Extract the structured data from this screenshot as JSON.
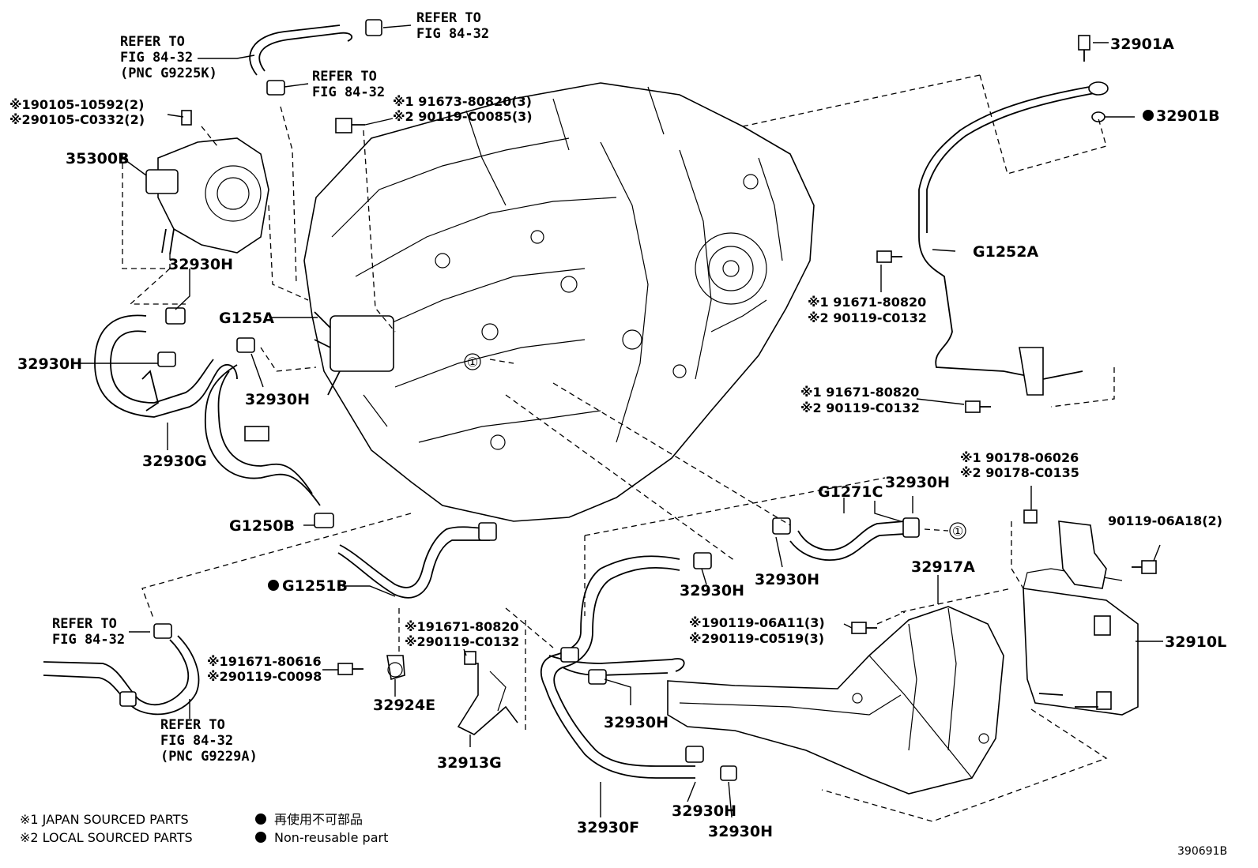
{
  "labels": {
    "p32901A": "32901A",
    "p32901B": "32901B",
    "p35300B": "35300B",
    "p32930H_1": "32930H",
    "p32930H_2": "32930H",
    "p32930H_3": "32930H",
    "p32930H_4": "32930H",
    "p32930H_5": "32930H",
    "p32930H_6": "32930H",
    "p32930H_7": "32930H",
    "p32930H_8": "32930H",
    "p32930H_9": "32930H",
    "p32930G": "32930G",
    "p32930F": "32930F",
    "pG125A": "G125A",
    "pG1250B": "G1250B",
    "pG1251B": "G1251B",
    "pG1252A": "G1252A",
    "pG1271C": "G1271C",
    "p32917A": "32917A",
    "p32910L": "32910L",
    "p32924E": "32924E",
    "p32913G": "32913G",
    "p90119_06A18": "90119-06A18(2)"
  },
  "refers": {
    "top_right": [
      "REFER TO",
      "FIG 84-32"
    ],
    "top_left": [
      "REFER TO",
      "FIG 84-32",
      "(PNC G9225K)"
    ],
    "top_mid": [
      "REFER TO",
      "FIG 84-32"
    ],
    "low_left": [
      "REFER TO",
      "FIG 84-32"
    ],
    "low_bottom": [
      "REFER TO",
      "FIG 84-32",
      "(PNC G9229A)"
    ]
  },
  "notes": {
    "n1": [
      "※190105-10592(2)",
      "※290105-C0332(2)"
    ],
    "n2": [
      "※1 91673-80820(3)",
      "※2 90119-C0085(3)"
    ],
    "n3": [
      "※1 91671-80820",
      "※2 90119-C0132"
    ],
    "n4": [
      "※1 91671-80820",
      "※2 90119-C0132"
    ],
    "n5": [
      "※1 90178-06026",
      "※2 90178-C0135"
    ],
    "n6": [
      "※190119-06A11(3)",
      "※290119-C0519(3)"
    ],
    "n7": [
      "※191671-80820",
      "※290119-C0132"
    ],
    "n8": [
      "※191671-80616",
      "※290119-C0098"
    ]
  },
  "callout": "①",
  "legend": {
    "japan": "※1 JAPAN SOURCED PARTS",
    "local": "※2 LOCAL SOURCED PARTS",
    "nonreuse_jp": "再使用不可部品",
    "nonreuse_en": "Non-reusable part"
  },
  "drawing_code": "390691B"
}
